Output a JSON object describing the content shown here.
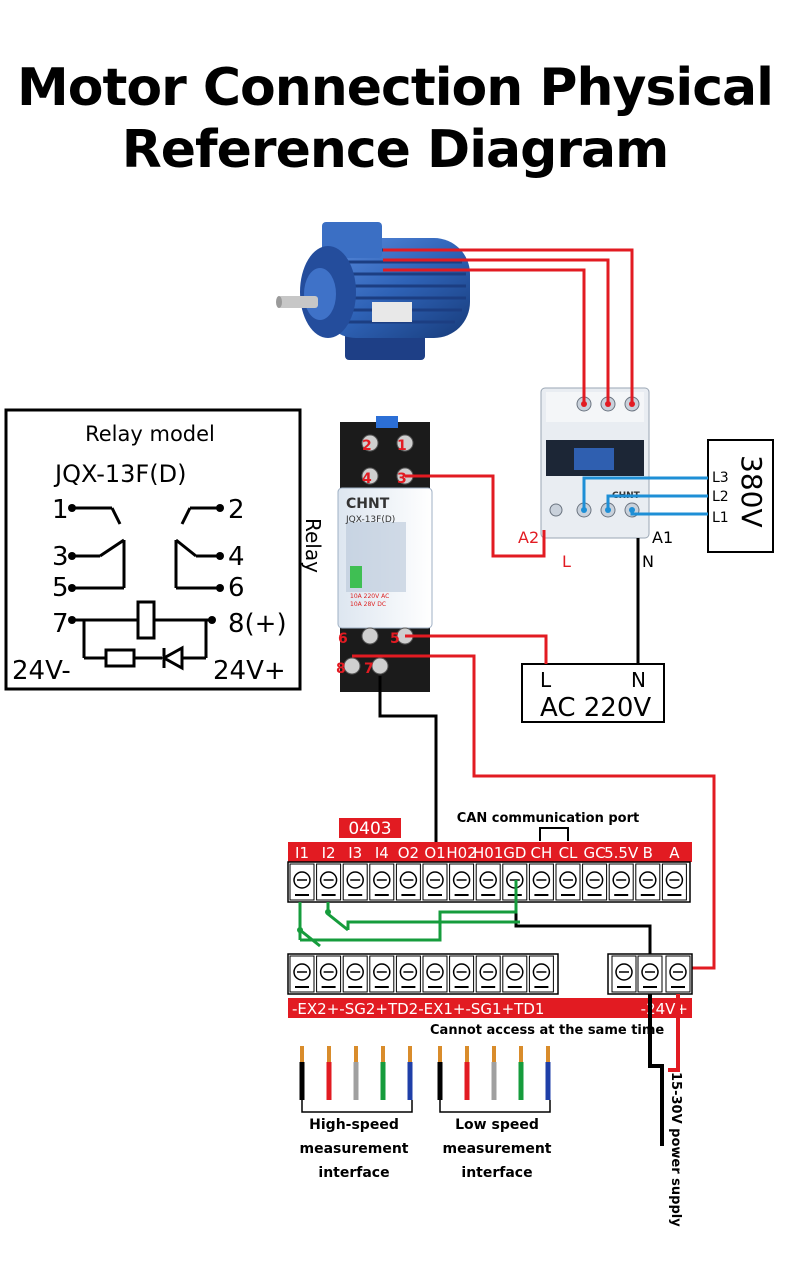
{
  "title": {
    "line1": "Motor Connection Physical",
    "line2": "Reference Diagram"
  },
  "relay_model_box": {
    "heading": "Relay model",
    "model": "JQX-13F(D)",
    "pins": [
      "1",
      "2",
      "3",
      "4",
      "5",
      "6",
      "7",
      "8(+)"
    ],
    "coil_minus": "24V-",
    "coil_plus": "24V+"
  },
  "relay": {
    "label": "Relay",
    "brand": "CHNT",
    "model_text": "JQX-13F(D)",
    "rating_1": "10A 220V AC",
    "rating_2": "10A 28V DC",
    "pin_numbers": [
      "2",
      "1",
      "4",
      "3",
      "6",
      "5",
      "8",
      "7"
    ]
  },
  "contactor": {
    "brand": "CHNT",
    "label_a2": "A2",
    "label_a1": "A1",
    "label_l": "L",
    "label_n": "N"
  },
  "supply_380": {
    "voltage": "380V",
    "phases": [
      "L3",
      "L2",
      "L1"
    ]
  },
  "ac_220": {
    "l": "L",
    "n": "N",
    "voltage": "AC 220V"
  },
  "controller": {
    "highlight_tag": "0403",
    "can_label": "CAN communication port",
    "top_terminals": [
      "I1",
      "I2",
      "I3",
      "I4",
      "O2",
      "O1",
      "H02",
      "H01",
      "GD",
      "CH",
      "CL",
      "GC",
      "5.5V",
      "B",
      "A"
    ],
    "bottom_left_label": "-EX2+-SG2+TD2-EX1+-SG1+TD1",
    "bottom_right_label": "-24V+",
    "shared_note": "Cannot access at the same time",
    "power_note": "15-30V power supply",
    "high_speed_label": [
      "High-speed",
      "measurement",
      "interface"
    ],
    "low_speed_label": [
      "Low speed",
      "measurement",
      "interface"
    ]
  },
  "colors": {
    "red": "#e21b22",
    "blue": "#1e8fd6",
    "green": "#169c3c",
    "black": "#000000",
    "motor_blue": "#2f63b7"
  }
}
